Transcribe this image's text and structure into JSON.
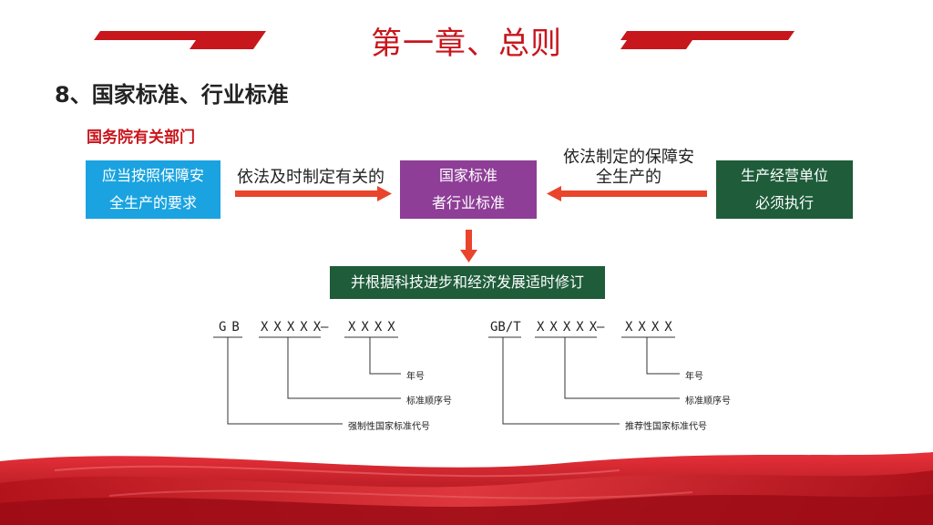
{
  "header": {
    "title": "第一章、总则"
  },
  "section": {
    "subtitle": "8、国家标准、行业标准"
  },
  "flow": {
    "department": "国务院有关部门",
    "left_box": {
      "line1": "应当按照保障安",
      "line2": "全生产的要求"
    },
    "center_box": {
      "line1": "国家标准",
      "line2": "者行业标准"
    },
    "right_box": {
      "line1": "生产经营单位",
      "line2": "必须执行"
    },
    "left_arrow_label": "依法及时制定有关的",
    "right_arrow_label": {
      "line1": "依法制定的保障安",
      "line2": "全生产的"
    },
    "banner": "并根据科技进步和经济发展适时修订"
  },
  "codes": {
    "mandatory": {
      "prefix": "GB",
      "seq": "XXXXX",
      "dash": "—",
      "year": "XXXX",
      "year_label": "年号",
      "seq_label": "标准顺序号",
      "prefix_label": "强制性国家标准代号"
    },
    "recommended": {
      "prefix": "GB/T",
      "seq": "XXXXX",
      "dash": "—",
      "year": "XXXX",
      "year_label": "年号",
      "seq_label": "标准顺序号",
      "prefix_label": "推荐性国家标准代号"
    }
  },
  "colors": {
    "accent_red": "#c8161d",
    "blue_box": "#1aa3e0",
    "purple_box": "#8e3e96",
    "green_box": "#1e5c3a"
  }
}
